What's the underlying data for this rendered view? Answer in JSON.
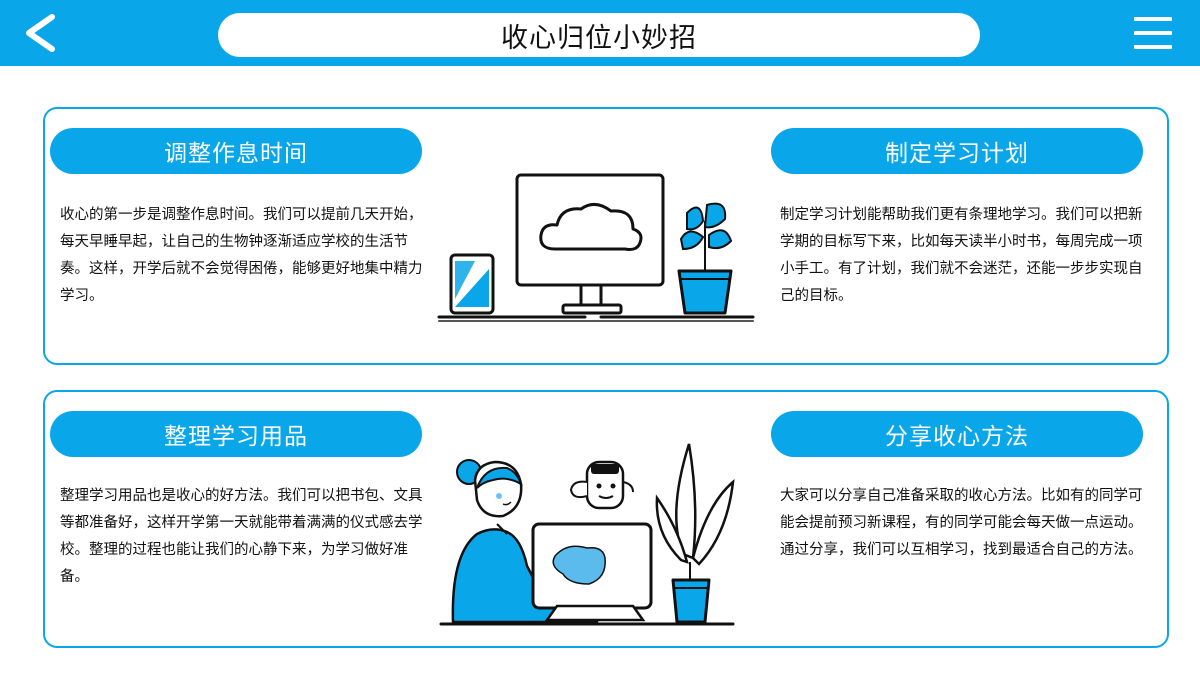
{
  "header": {
    "title": "收心归位小妙招",
    "back_icon": "chevron-left-icon",
    "menu_icon": "hamburger-menu-icon"
  },
  "colors": {
    "accent": "#0aa6ea",
    "text": "#111111",
    "background": "#ffffff"
  },
  "sections": [
    {
      "title": "调整作息时间",
      "text": "收心的第一步是调整作息时间。我们可以提前几天开始，每天早睡早起，让自己的生物钟逐渐适应学校的生活节奏。这样，开学后就不会觉得困倦，能够更好地集中精力学习。"
    },
    {
      "title": "制定学习计划",
      "text": "制定学习计划能帮助我们更有条理地学习。我们可以把新学期的目标写下来，比如每天读半小时书，每周完成一项小手工。有了计划，我们就不会迷茫，还能一步步实现自己的目标。"
    },
    {
      "title": "整理学习用品",
      "text": "整理学习用品也是收心的好方法。我们可以把书包、文具等都准备好，这样开学第一天就能带着满满的仪式感去学校。整理的过程也能让我们的心静下来，为学习做好准备。"
    },
    {
      "title": "分享收心方法",
      "text": "大家可以分享自己准备采取的收心方法。比如有的同学可能会提前预习新课程，有的同学可能会每天做一点运动。通过分享，我们可以互相学习，找到最适合自己的方法。"
    }
  ],
  "illustrations": {
    "top": "desk-computer-plant-illustration",
    "bottom": "student-laptop-plant-illustration"
  }
}
